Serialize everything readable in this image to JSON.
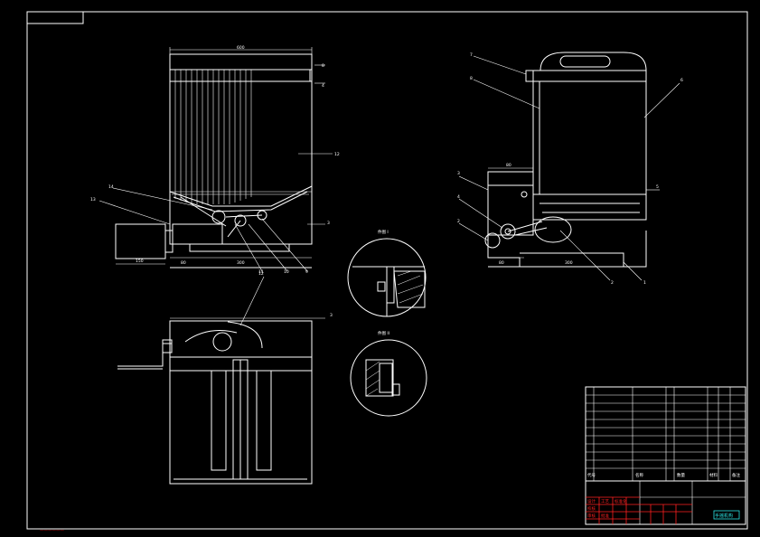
{
  "detail_labels": [
    "件图 I",
    "件图 II"
  ],
  "title_block": {
    "drawing_name": "手摇机构",
    "header_cells": [
      "代号",
      "名称",
      "数量",
      "材料",
      "备注"
    ],
    "signature_labels": [
      "设计",
      "校核",
      "审核",
      "工艺",
      "标准化",
      "批准"
    ],
    "footer_note": "——————"
  },
  "colors": {
    "line": "#ffffff",
    "revision": "#ff2020",
    "title": "#2be8e8",
    "background": "#000000"
  }
}
